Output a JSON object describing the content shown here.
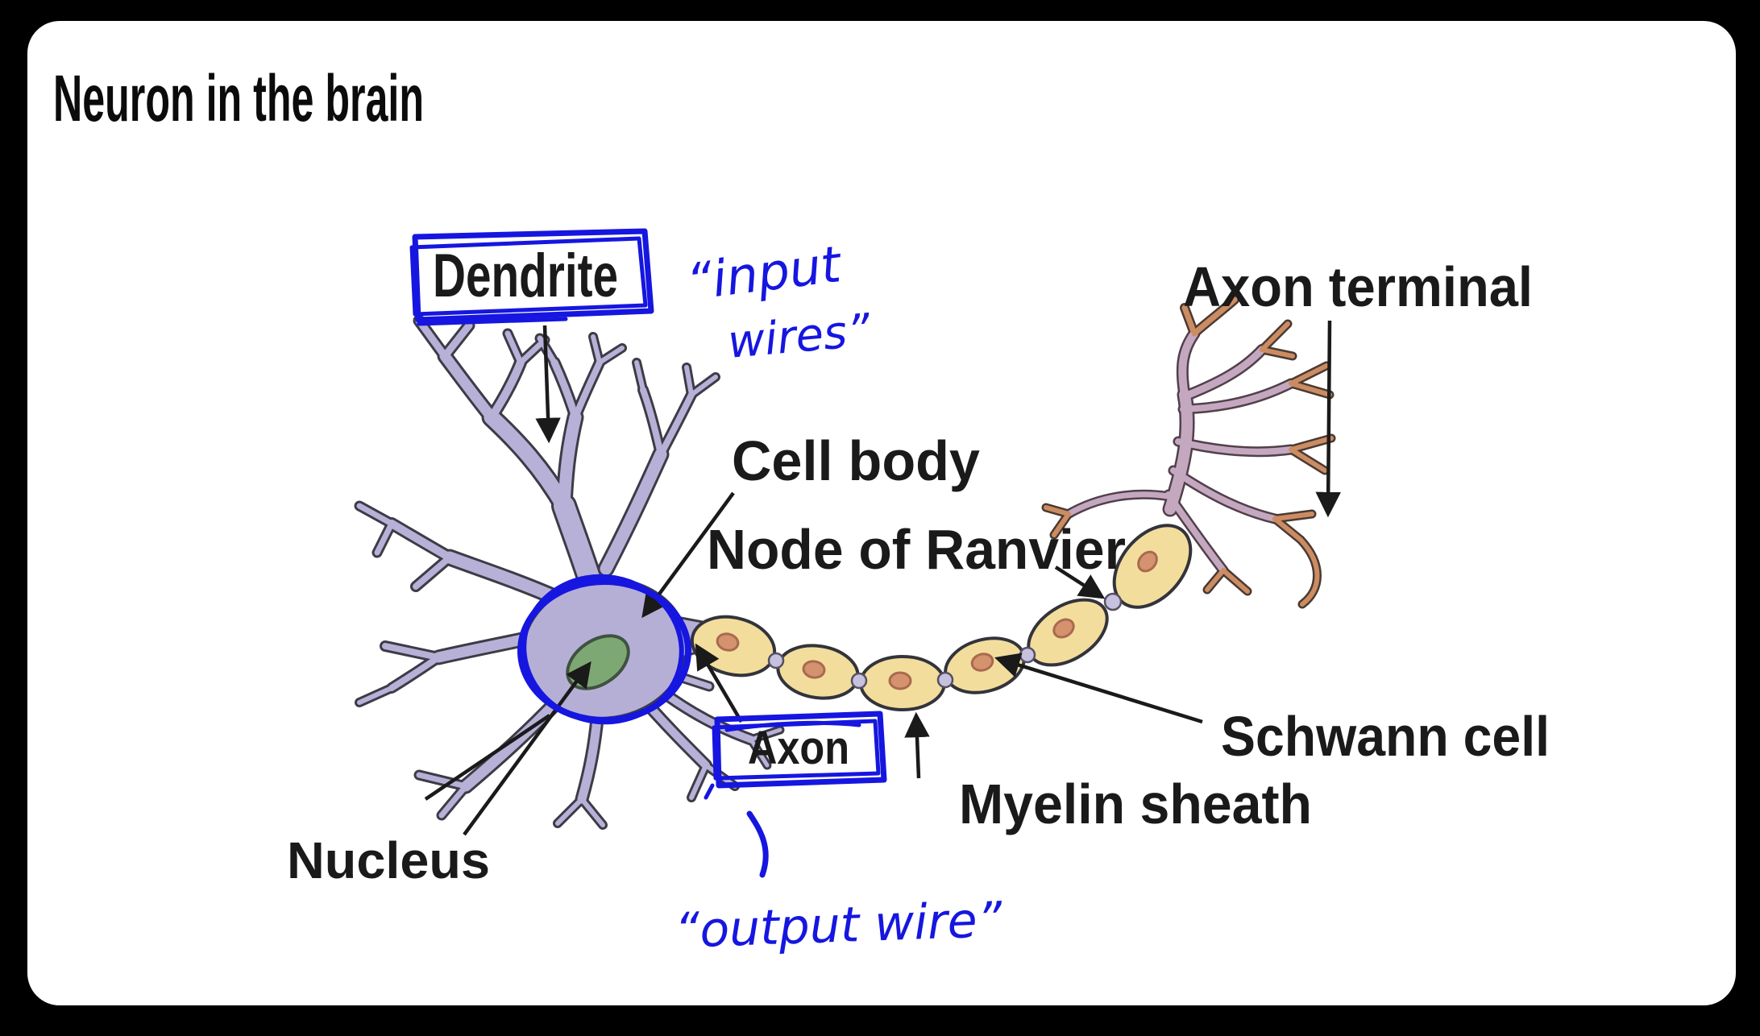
{
  "title": "Neuron in the brain",
  "diagram": {
    "labels": {
      "dendrite": "Dendrite",
      "cell_body": "Cell body",
      "node_of_ranvier": "Node of Ranvier",
      "axon_terminal": "Axon terminal",
      "schwann_cell": "Schwann cell",
      "myelin_sheath": "Myelin sheath",
      "axon": "Axon",
      "nucleus": "Nucleus"
    },
    "handwritten_annotations": {
      "input_wires_line1": "“input",
      "input_wires_line2": "wires”",
      "output_wire": "“output  wire”"
    },
    "colors": {
      "ink_blue": "#1616e0",
      "label_black": "#1a1a1a",
      "neuron_body_lavender": "#b5afd6",
      "dendrite_lavender": "#b7b1d8",
      "nucleus_green": "#7ea873",
      "myelin_tan": "#f2dd9d",
      "node_gap_lavender": "#c6c1e0",
      "schwann_nucleus_dot": "#d4926f",
      "axon_terminal_branch": "#c4a8c0",
      "axon_terminal_tip": "#cc8c62",
      "outline_dark": "#3c3c46",
      "slide_background": "#ffffff",
      "frame_background": "#000000"
    }
  }
}
